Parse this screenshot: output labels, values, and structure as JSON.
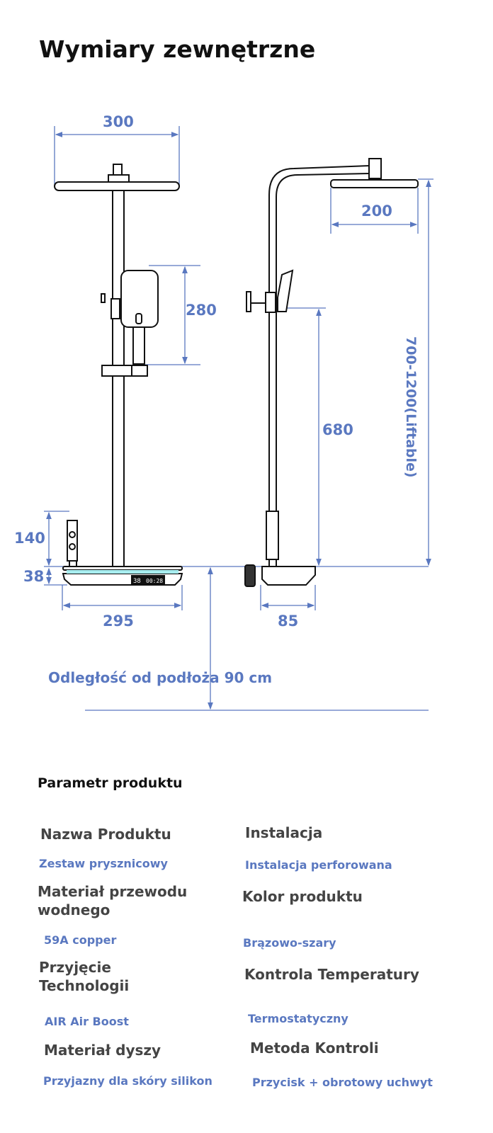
{
  "title": "Wymiary zewnętrzne",
  "dimensions": {
    "head_width": "300",
    "handheld_height": "280",
    "control_height": "140",
    "base_height": "38",
    "base_width": "295",
    "side_head_depth": "200",
    "slide_height": "680",
    "total_height": "700-1200(Liftable)",
    "base_depth": "85"
  },
  "display": {
    "temp": "38",
    "time": "00:28"
  },
  "floor_distance": "Odległość od podłoża 90 cm",
  "params": {
    "heading": "Parametr produktu",
    "items": [
      {
        "label": "Nazwa Produktu",
        "value": "Zestaw prysznicowy"
      },
      {
        "label": "Instalacja",
        "value": "Instalacja perforowana"
      },
      {
        "label": "Materiał przewodu wodnego",
        "value": "59A copper"
      },
      {
        "label": "Kolor produktu",
        "value": "Brązowo-szary"
      },
      {
        "label": "Przyjęcie Technologii",
        "value": "AIR Air Boost"
      },
      {
        "label": "Kontrola Temperatury",
        "value": "Termostatyczny"
      },
      {
        "label": "Materiał dyszy",
        "value": "Przyjazny dla skóry silikon"
      },
      {
        "label": "Metoda Kontroli",
        "value": "Przycisk + obrotowy uchwyt"
      }
    ]
  }
}
